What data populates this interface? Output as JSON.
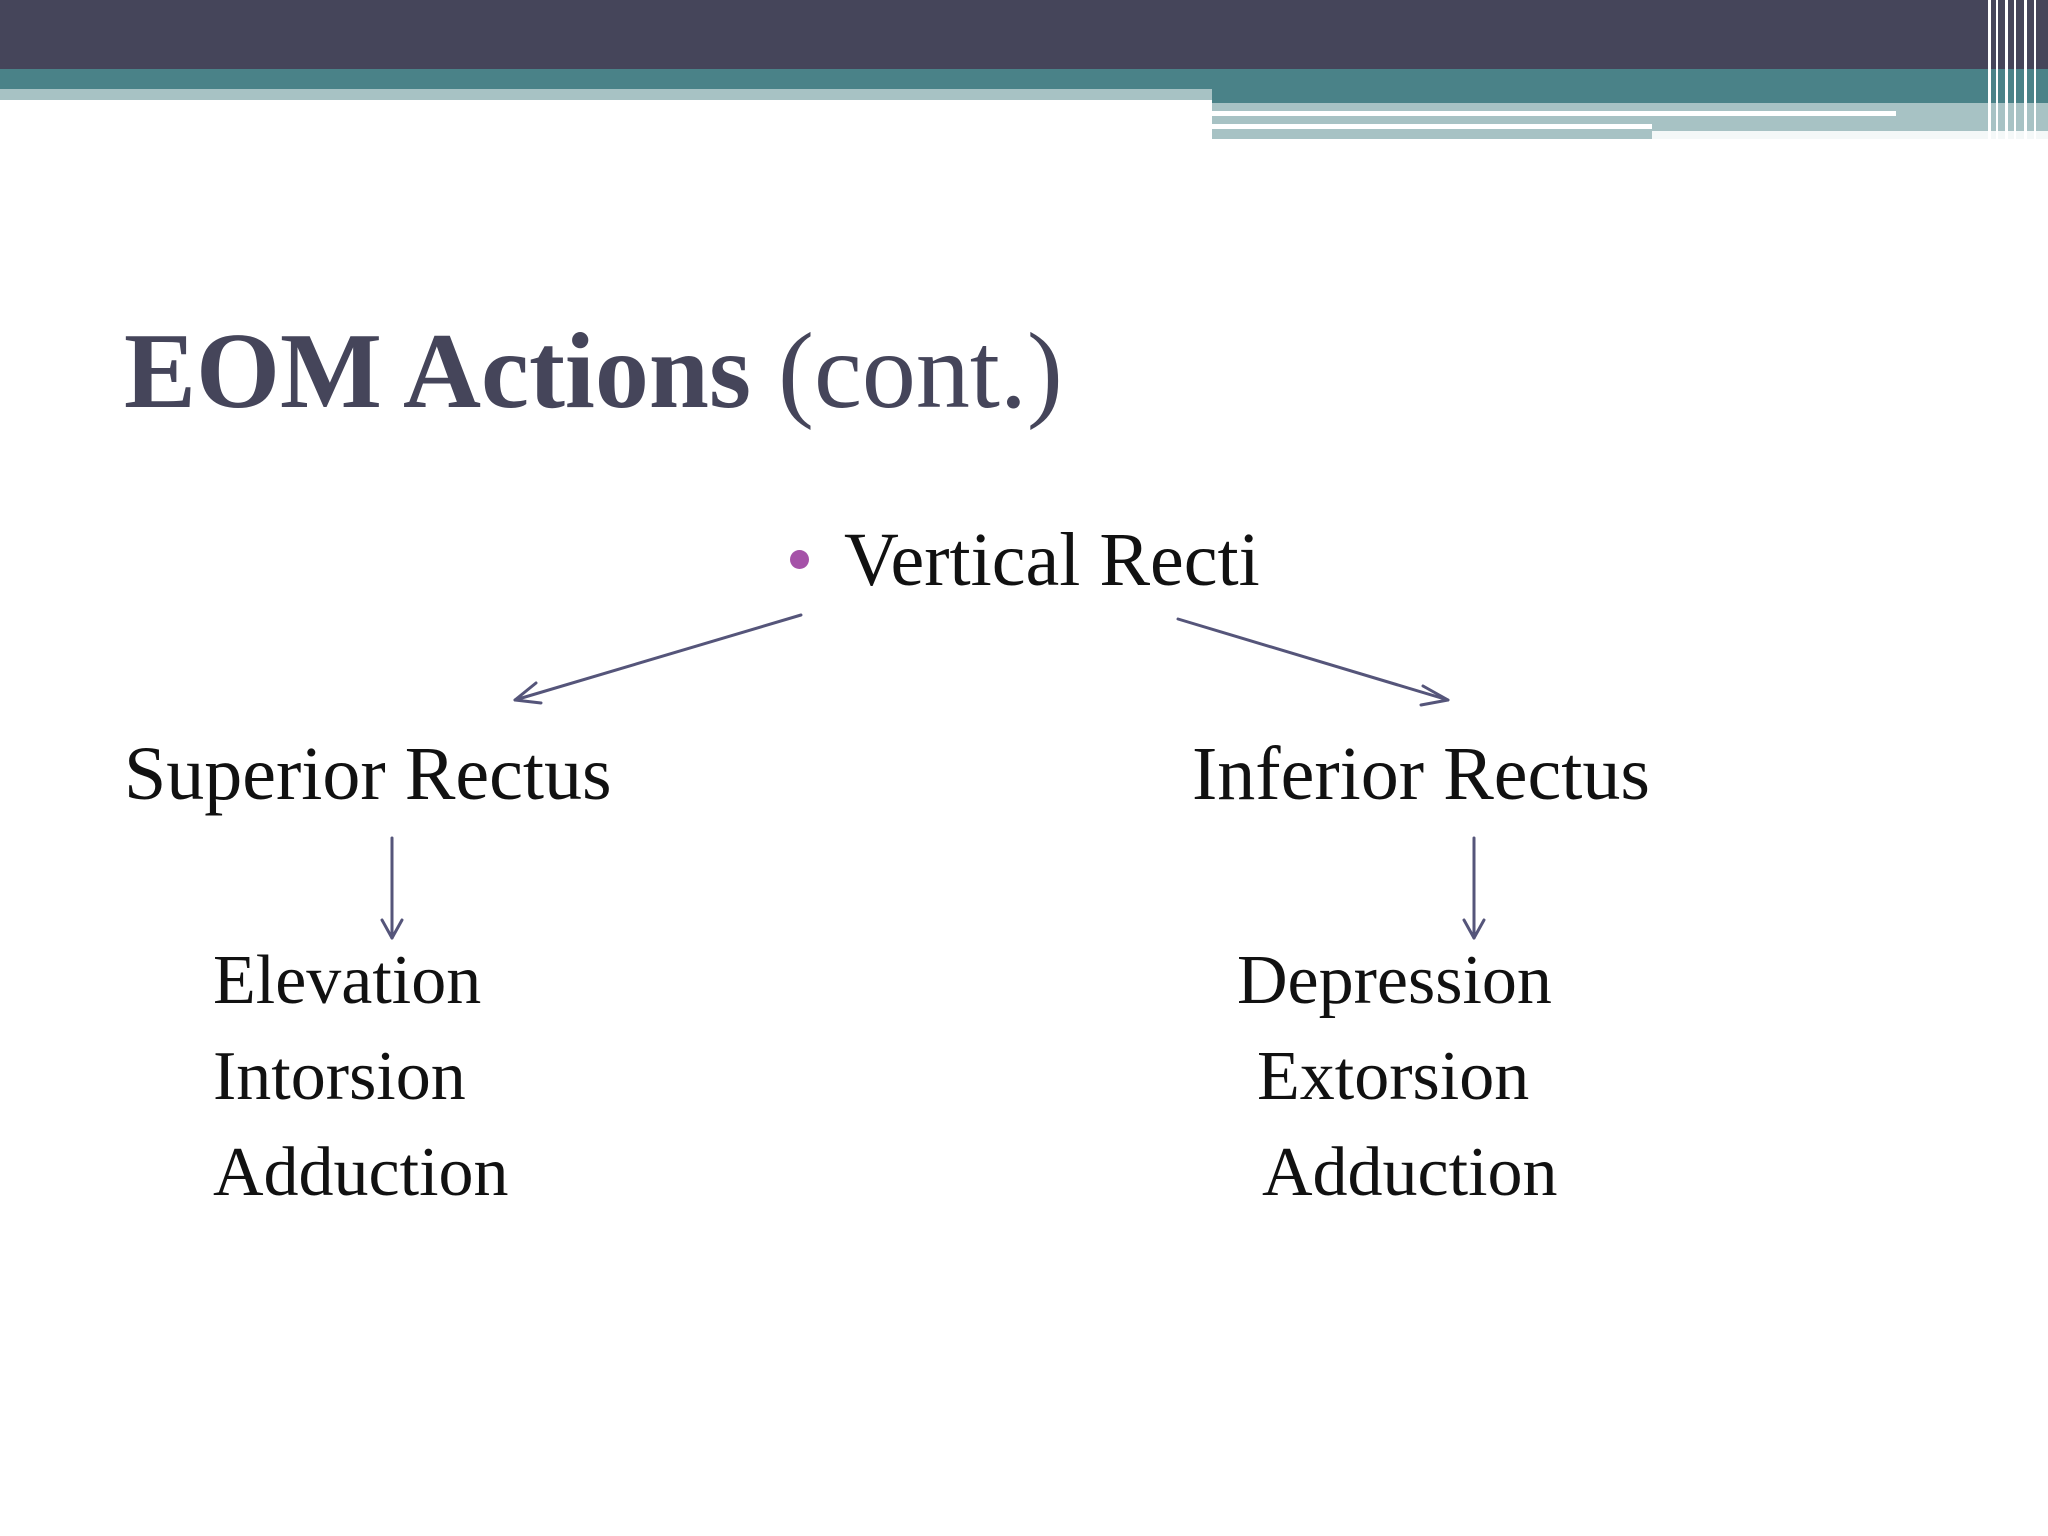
{
  "title": {
    "bold": "EOM Actions",
    "normal": "(cont.)"
  },
  "bullet": "Vertical Recti",
  "left": {
    "heading": "Superior Rectus",
    "actions": [
      "Elevation",
      "Intorsion",
      "Adduction"
    ]
  },
  "right": {
    "heading": "Inferior Rectus",
    "actions": [
      "Depression",
      "Extorsion",
      "Adduction"
    ]
  },
  "colors": {
    "header_dark": "#45455a",
    "header_teal": "#4a8288",
    "header_light": "#a7c2c4",
    "bullet": "#a552a8",
    "arrow": "#55557a"
  }
}
